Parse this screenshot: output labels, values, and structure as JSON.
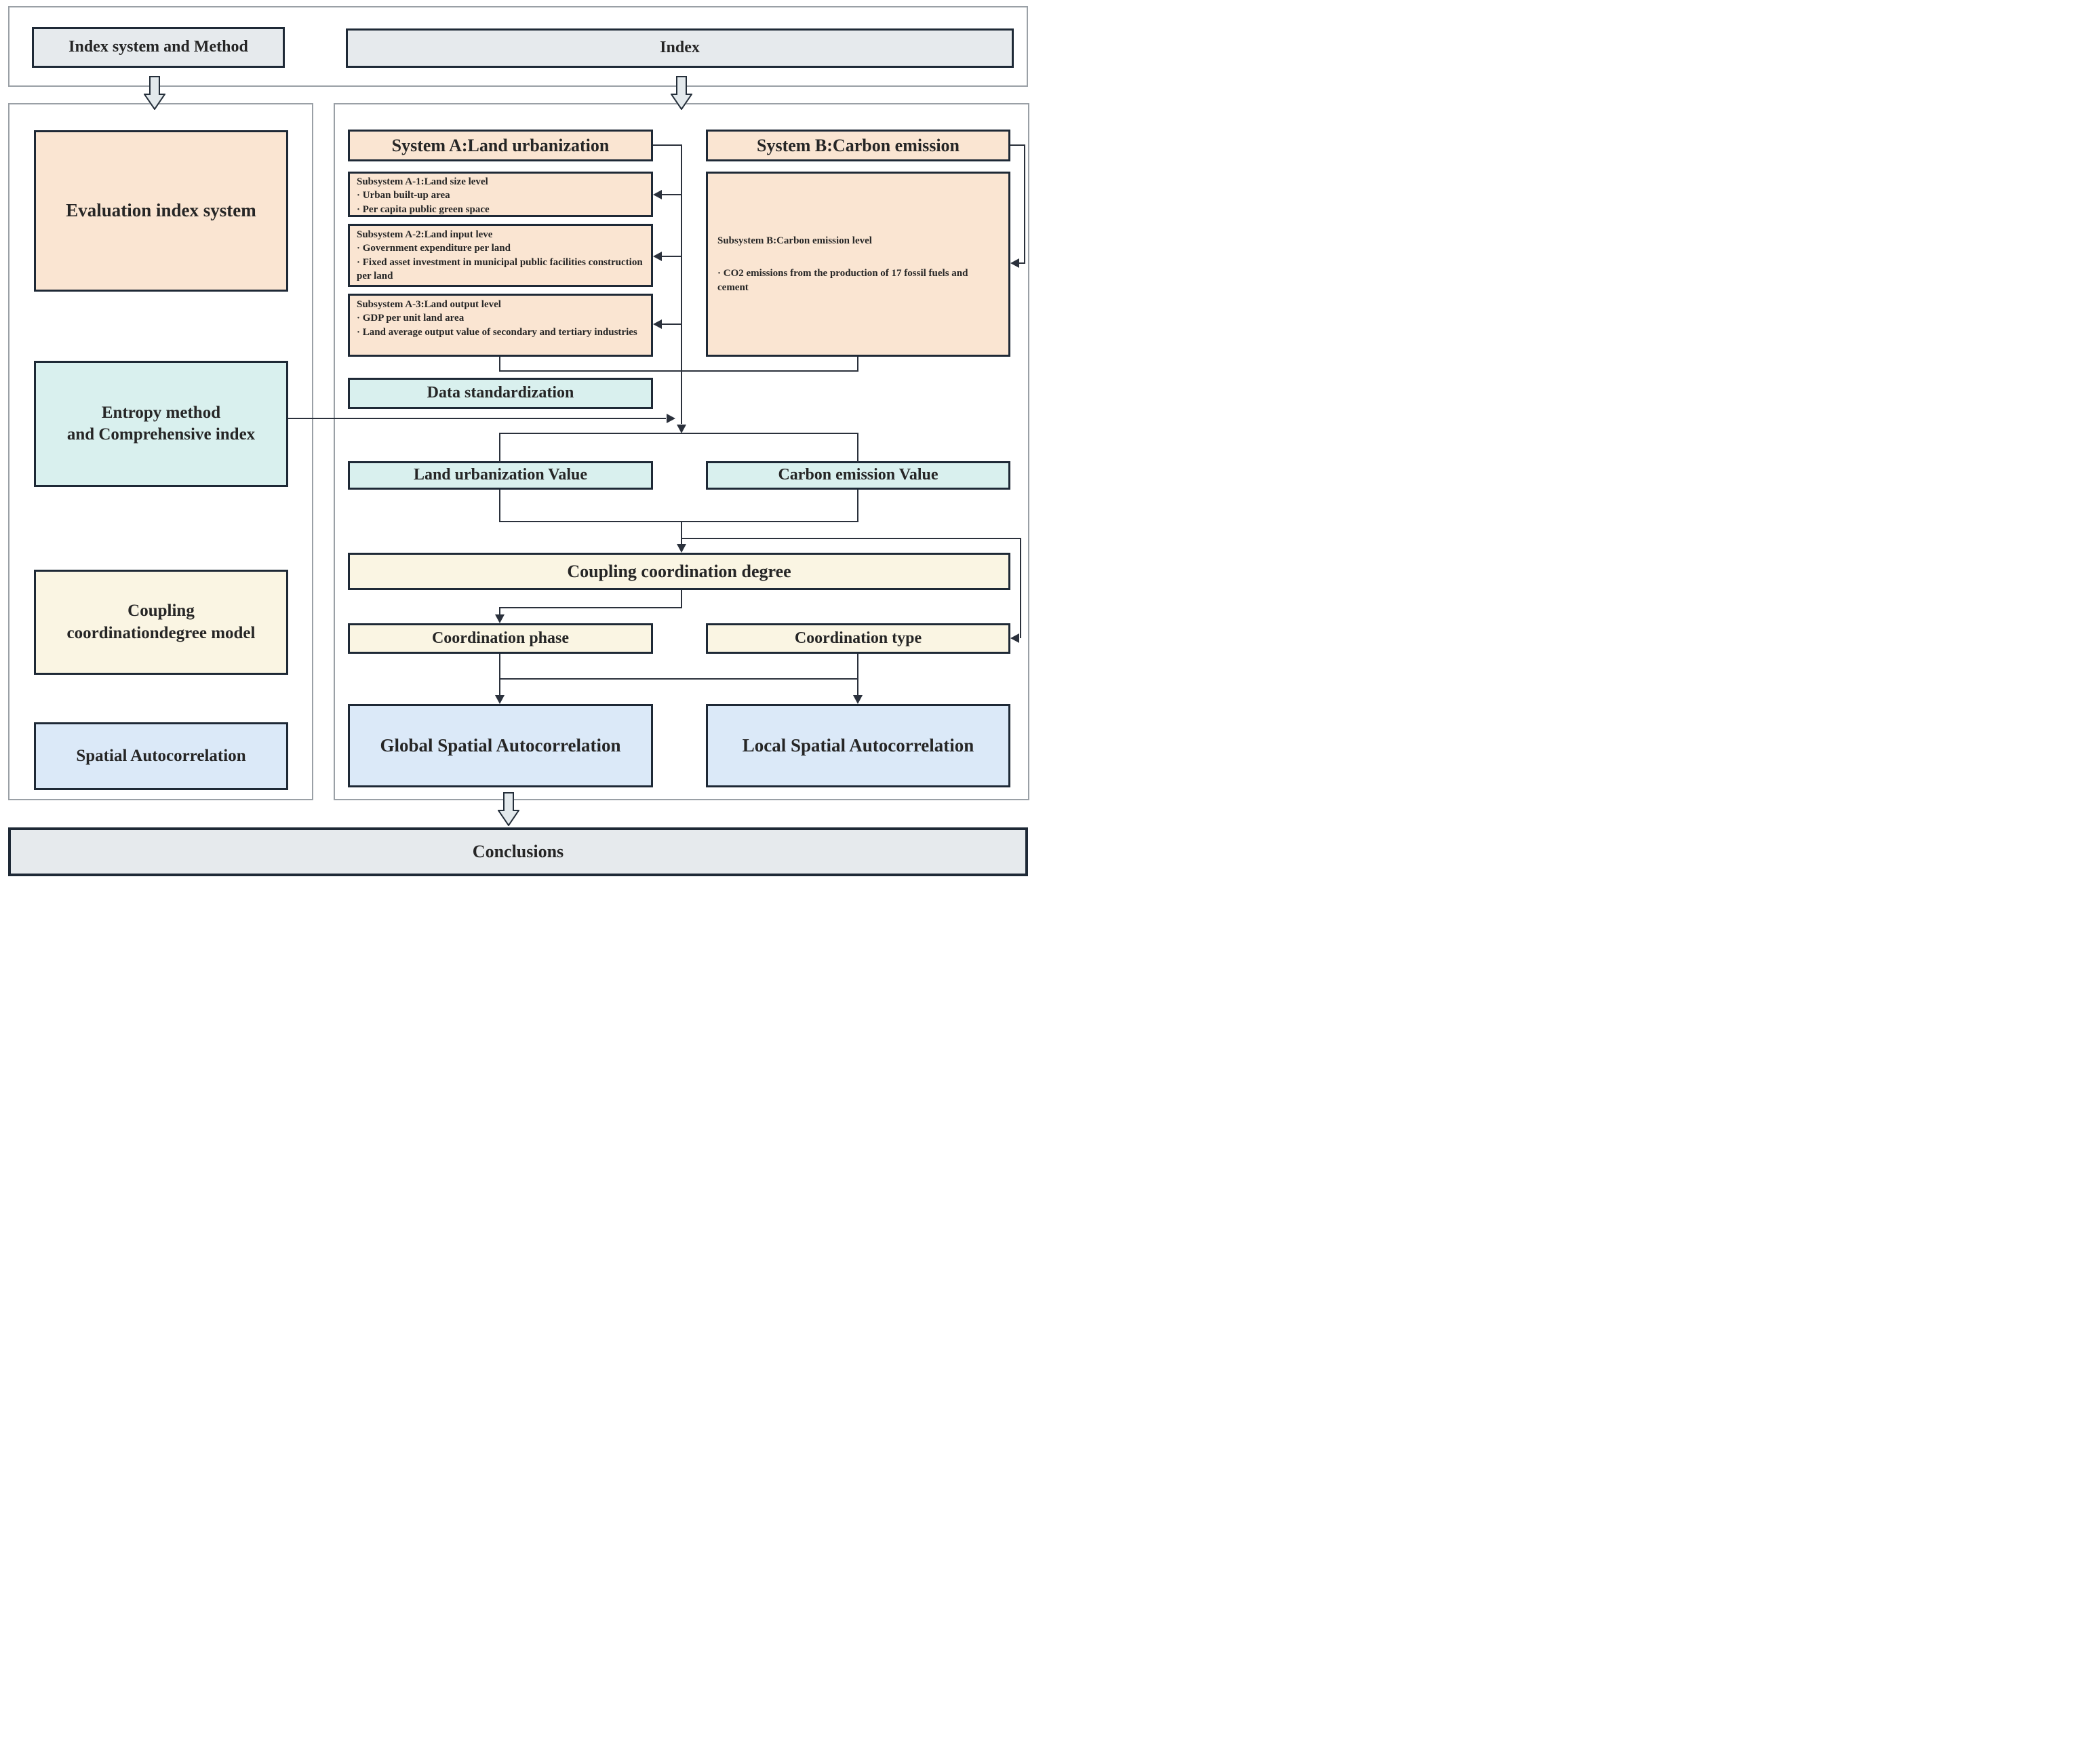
{
  "top": {
    "method_label": "Index system and Method",
    "index_label": "Index"
  },
  "left_panel": {
    "evaluation_label": "Evaluation index system",
    "entropy_label": "Entropy method\nand Comprehensive index",
    "coupling_model_label": "Coupling\ncoordinationdegree model",
    "spatial_label": "Spatial Autocorrelation"
  },
  "right_panel": {
    "system_a": {
      "title": "System A:Land urbanization",
      "subsystems": [
        {
          "title": "Subsystem A-1:Land size level",
          "items": [
            "· Urban built-up area",
            "· Per capita public green space"
          ]
        },
        {
          "title": "Subsystem A-2:Land input leve",
          "items": [
            "· Government expenditure per land",
            "· Fixed asset investment in municipal public facilities construction per land"
          ]
        },
        {
          "title": "Subsystem A-3:Land output level",
          "items": [
            "· GDP per unit land area",
            "· Land average output value of secondary and tertiary industries"
          ]
        }
      ]
    },
    "system_b": {
      "title": "System B:Carbon emission",
      "subsystem": {
        "title": "Subsystem B:Carbon emission level",
        "items": [
          "· CO2 emissions from the production of 17 fossil fuels and cement"
        ]
      }
    },
    "data_standardization_label": "Data standardization",
    "land_value_label": "Land urbanization Value",
    "carbon_value_label": "Carbon emission Value",
    "coupling_degree_label": "Coupling coordination degree",
    "coordination_phase_label": "Coordination phase",
    "coordination_type_label": "Coordination type",
    "global_spatial_label": "Global Spatial Autocorrelation",
    "local_spatial_label": "Local Spatial Autocorrelation"
  },
  "conclusions_label": "Conclusions",
  "colors": {
    "peach_fill": "#fae5d2",
    "cyan_fill": "#d9f0ee",
    "ivory_fill": "#faf5e3",
    "blue_fill": "#dbe9f8",
    "gray_fill": "#e6eaed",
    "box_border": "#1e2936",
    "connector": "#2b313c",
    "panel_border": "#9aa0a6"
  }
}
